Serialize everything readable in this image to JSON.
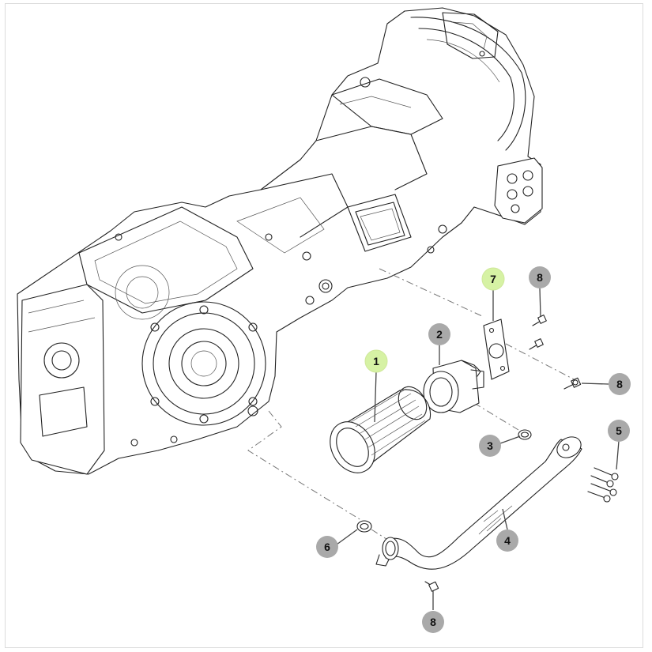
{
  "callouts": [
    {
      "id": "c1",
      "label": "1",
      "color": "#d6f2a4",
      "highlight": true
    },
    {
      "id": "c2",
      "label": "2",
      "color": "#a9a9a9",
      "highlight": false
    },
    {
      "id": "c3",
      "label": "3",
      "color": "#a9a9a9",
      "highlight": false
    },
    {
      "id": "c4",
      "label": "4",
      "color": "#a9a9a9",
      "highlight": false
    },
    {
      "id": "c5",
      "label": "5",
      "color": "#a9a9a9",
      "highlight": false
    },
    {
      "id": "c6",
      "label": "6",
      "color": "#a9a9a9",
      "highlight": false
    },
    {
      "id": "c7",
      "label": "7",
      "color": "#d6f2a4",
      "highlight": true
    },
    {
      "id": "c8a",
      "label": "8",
      "color": "#a9a9a9",
      "highlight": false
    },
    {
      "id": "c8b",
      "label": "8",
      "color": "#a9a9a9",
      "highlight": false
    },
    {
      "id": "c8c",
      "label": "8",
      "color": "#a9a9a9",
      "highlight": false
    }
  ],
  "parts": [
    {
      "id": "transmission-housing",
      "icon": "transmission-housing-icon"
    },
    {
      "id": "filter-cartridge",
      "icon": "filter-cartridge-icon"
    },
    {
      "id": "filter-head",
      "icon": "filter-head-icon"
    },
    {
      "id": "o-ring",
      "icon": "o-ring-icon"
    },
    {
      "id": "suction-pipe",
      "icon": "suction-pipe-icon"
    },
    {
      "id": "bolt",
      "icon": "bolt-icon"
    },
    {
      "id": "gasket",
      "icon": "gasket-icon"
    },
    {
      "id": "cap-screw",
      "icon": "cap-screw-icon"
    }
  ]
}
